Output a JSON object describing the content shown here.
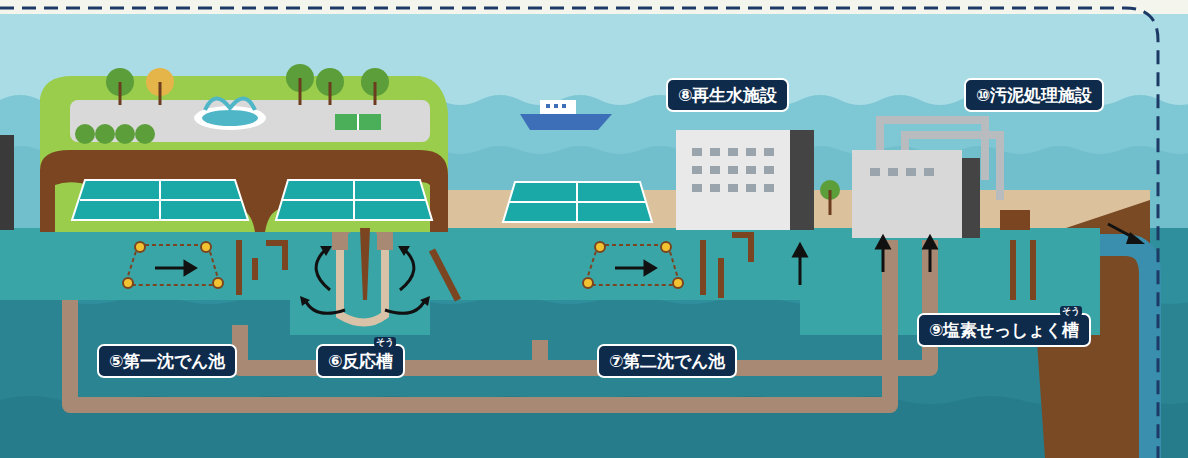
{
  "diagram": {
    "nodes": [
      {
        "text": [
          "⑤第一沈でん池"
        ]
      },
      {
        "text": [
          "⑥反応槽",
          "そう"
        ]
      },
      {
        "text": [
          "⑦第二沈でん池"
        ]
      },
      {
        "text": [
          "⑧再生水施設"
        ]
      },
      {
        "text": [
          "⑨塩素せっしょく槽",
          "そう"
        ]
      },
      {
        "text": [
          "⑩汚泥処理施設"
        ]
      }
    ]
  }
}
